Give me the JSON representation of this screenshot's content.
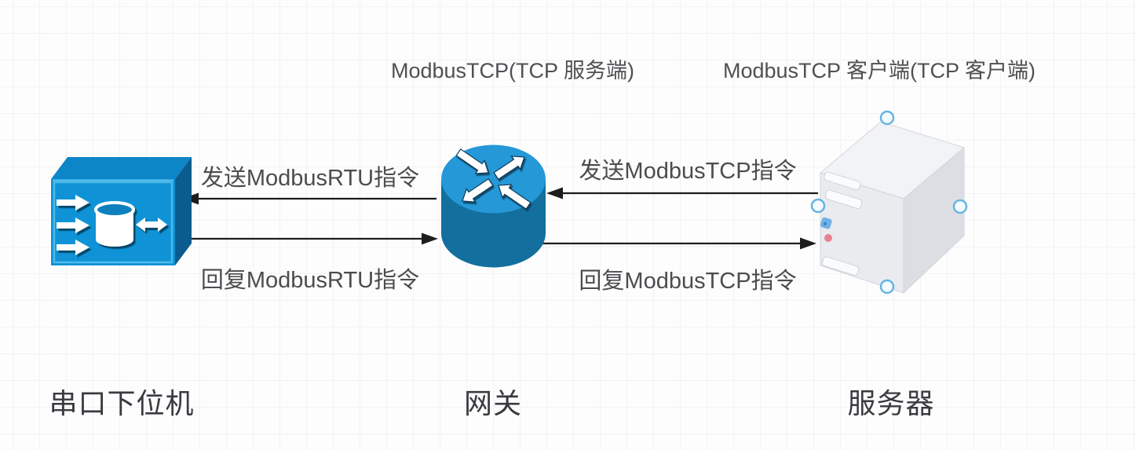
{
  "diagram": {
    "protocol_labels": {
      "gateway": "ModbusTCP(TCP 服务端)",
      "server": "ModbusTCP 客户端(TCP 客户端)"
    },
    "nodes": [
      {
        "id": "serial-slave",
        "label": "串口下位机",
        "icon": "serial-device-icon",
        "selected": false
      },
      {
        "id": "gateway",
        "label": "网关",
        "icon": "router-icon",
        "selected": false
      },
      {
        "id": "server",
        "label": "服务器",
        "icon": "server-tower-icon",
        "selected": true
      }
    ],
    "edges": [
      {
        "id": "send-modbus-rtu",
        "label": "发送ModbusRTU指令",
        "from": "gateway",
        "to": "serial-slave",
        "arrow_direction": "left"
      },
      {
        "id": "reply-modbus-rtu",
        "label": "回复ModbusRTU指令",
        "from": "serial-slave",
        "to": "gateway",
        "arrow_direction": "right"
      },
      {
        "id": "send-modbus-tcp",
        "label": "发送ModbusTCP指令",
        "from": "server",
        "to": "gateway",
        "arrow_direction": "left"
      },
      {
        "id": "reply-modbus-tcp",
        "label": "回复ModbusTCP指令",
        "from": "gateway",
        "to": "server",
        "arrow_direction": "right"
      }
    ],
    "colors": {
      "device_front": "#0f93d6",
      "device_top": "#0d86c8",
      "device_side": "#0a5c8e",
      "router_top": "#2598d8",
      "router_body": "#136f9d",
      "server_top": "#f2f3f6",
      "server_front": "#e9ebef",
      "server_side": "#dcdee3",
      "button_blue": "#70b1e8",
      "button_red": "#e8808e",
      "selection_handle": "#66b5e2",
      "arrow": "#1d1d1d",
      "edge_label": "#4c4c50",
      "node_label": "#3a3a40",
      "grid_line": "#e7e7e7"
    }
  }
}
